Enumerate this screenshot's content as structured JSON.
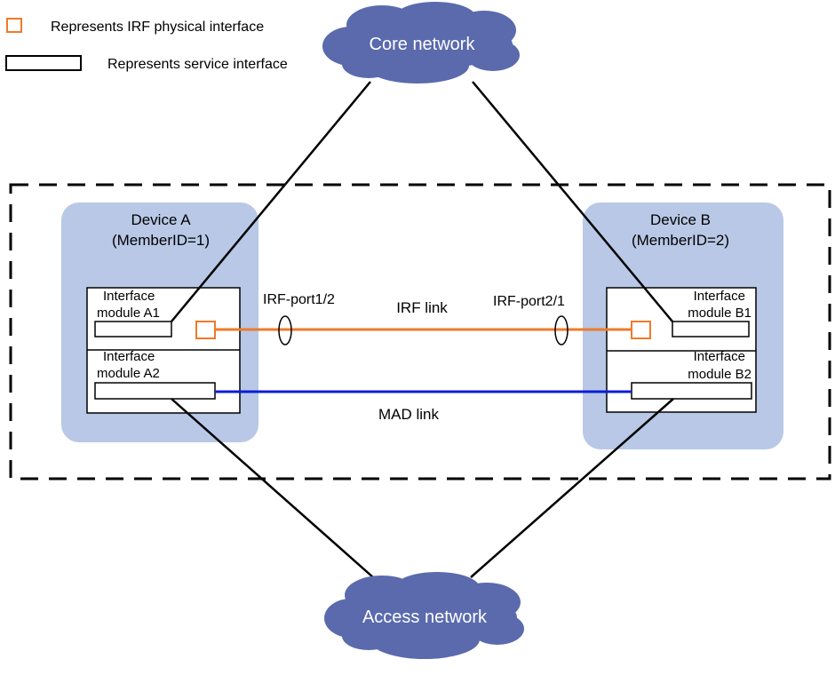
{
  "legend": {
    "irf_label": "Represents IRF physical interface",
    "service_label": "Represents service interface"
  },
  "clouds": {
    "core": "Core network",
    "access": "Access network"
  },
  "devices": {
    "a": {
      "name": "Device A",
      "member_id": "(MemberID=1)",
      "module1": {
        "line1": "Interface",
        "line2": "module A1"
      },
      "module2": {
        "line1": "Interface",
        "line2": "module A2"
      }
    },
    "b": {
      "name": "Device B",
      "member_id": "(MemberID=2)",
      "module1": {
        "line1": "Interface",
        "line2": "module B1"
      },
      "module2": {
        "line1": "Interface",
        "line2": "module B2"
      }
    }
  },
  "links": {
    "irf_port_a": "IRF-port1/2",
    "irf_port_b": "IRF-port2/1",
    "irf_link": "IRF link",
    "mad_link": "MAD link"
  },
  "colors": {
    "cloud": "#5a6aad",
    "device_bg": "#b8c8e6",
    "irf": "#ee7b2b",
    "mad": "#0a1ed6",
    "line": "#000000"
  }
}
